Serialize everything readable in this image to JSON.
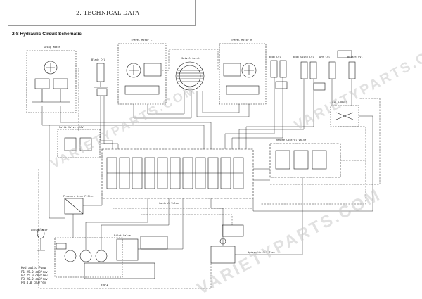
{
  "header": {
    "title": "2. TECHNICAL DATA"
  },
  "section": {
    "title": "2-8 Hydraulic Circuit Schematic"
  },
  "labels": {
    "swing_motor": "Swing Motor",
    "blade_cyl": "Blade Cyl",
    "travel_motor_left": "Travel Motor L",
    "travel_motor_right": "Travel Motor R",
    "swivel_joint": "Swivel Joint",
    "boom_cyl": "Boom Cyl",
    "boom_swing_cyl": "Boom Swing Cyl",
    "arm_cyl": "Arm Cyl",
    "bucket_cyl": "Bucket Cyl",
    "multi_valve": "Multi Valve (RCV)",
    "control_valve": "Control Valve",
    "pressure_line_filter": "Pressure Line Filter",
    "accumulator": "Accumulator",
    "hydraulic_pump": "Hydraulic Pump",
    "pilot_valve": "Pilot Valve",
    "oil_cooler": "Oil Cooler",
    "hydraulic_oil_tank": "Hydraulic Oil Tank",
    "remote_control_valve": "Remote Control Valve",
    "pump_specs": [
      "P1 25.0 cm3/rev",
      "P2 25.0 cm3/rev",
      "P3 20.0 cm3/rev",
      "P4 4.0 cm3/rev"
    ]
  },
  "page": {
    "number": "2-9-1"
  },
  "watermark": {
    "text": "VARIETYPARTS.COM"
  },
  "colors": {
    "line": "#1a1a1a",
    "watermark": "#c9c9c9"
  }
}
